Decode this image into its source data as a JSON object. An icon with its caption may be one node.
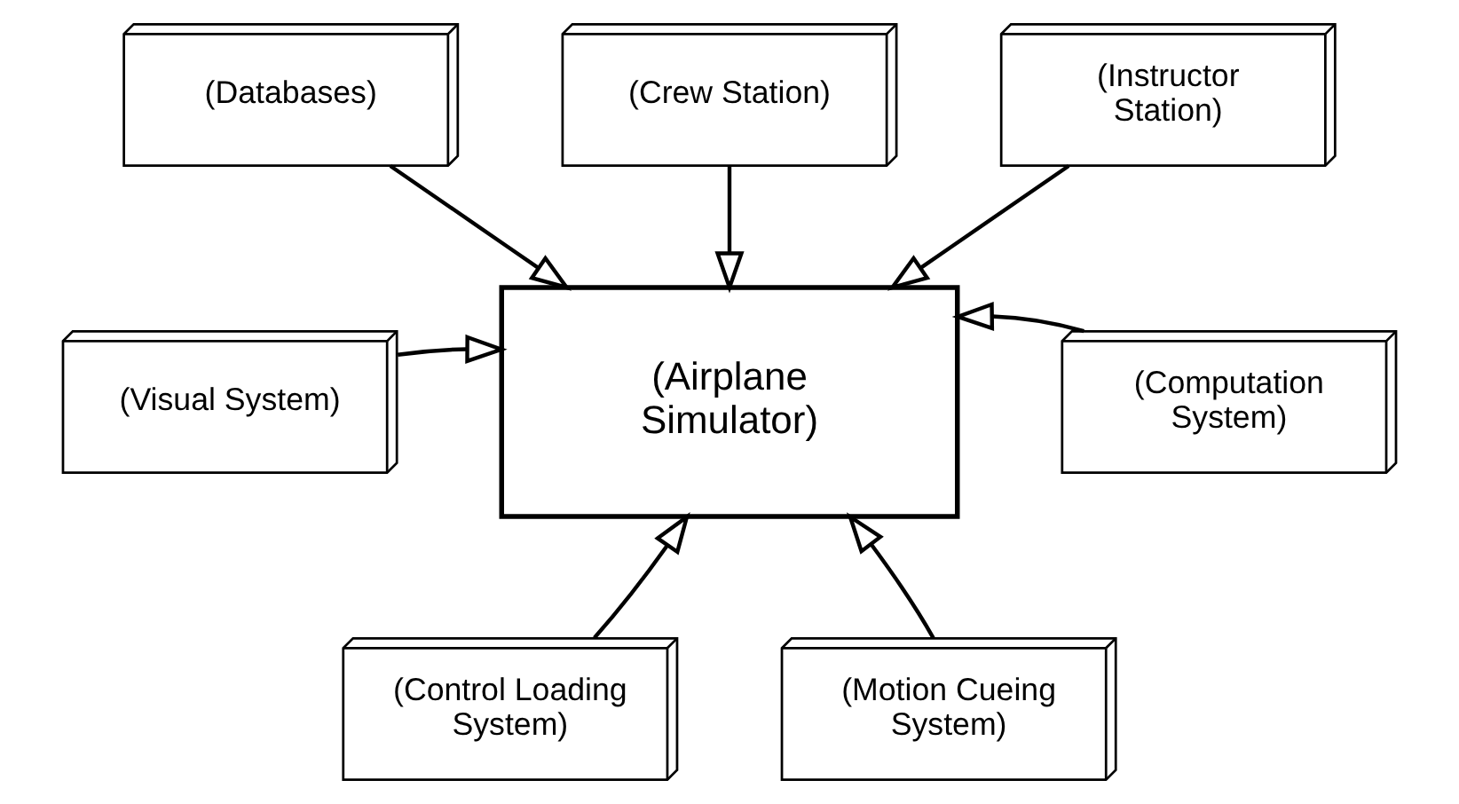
{
  "diagram": {
    "nodes": [
      {
        "text": [
          "(Crew Station)"
        ]
      },
      {
        "text": [
          "(Databases)"
        ]
      },
      {
        "text": [
          "(Instructor Station)"
        ]
      },
      {
        "text": [
          "(Airplane Simulator)"
        ]
      },
      {
        "text": [
          "(Visual System)"
        ]
      },
      {
        "text": [
          "(Computation System)"
        ]
      },
      {
        "text": [
          "(Control Loading System)"
        ]
      },
      {
        "text": [
          "(Motion Cueing System)"
        ]
      }
    ],
    "edges": [
      {
        "from": 0,
        "to": 3,
        "arrow": "to"
      },
      {
        "from": 1,
        "to": 3,
        "arrow": "to"
      },
      {
        "from": 2,
        "to": 3,
        "arrow": "to"
      },
      {
        "from": 4,
        "to": 3,
        "arrow": "to"
      },
      {
        "from": 5,
        "to": 3,
        "arrow": "to"
      },
      {
        "from": 6,
        "to": 3,
        "arrow": "to"
      },
      {
        "from": 7,
        "to": 3,
        "arrow": "to"
      }
    ]
  }
}
